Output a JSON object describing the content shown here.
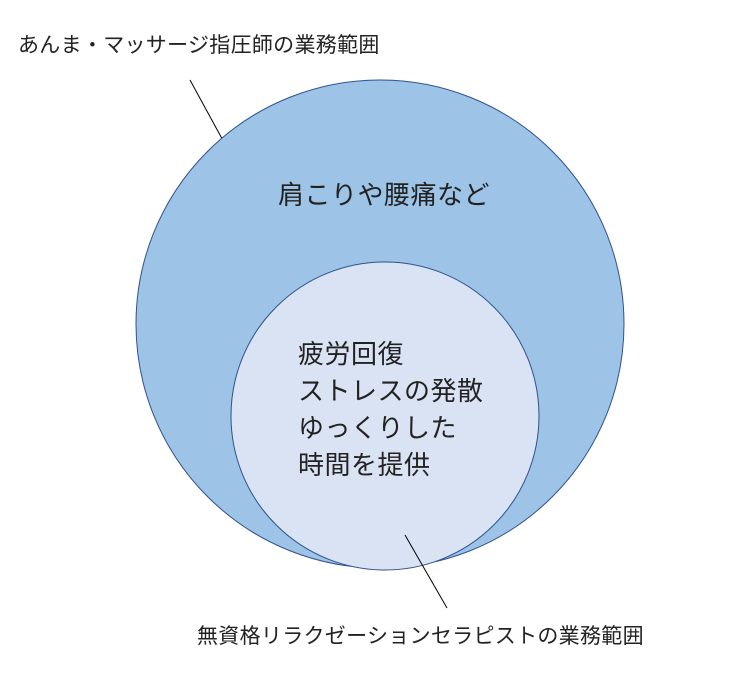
{
  "outer": {
    "caption": "あんま・マッサージ指圧師の業務範囲",
    "content": "肩こりや腰痛など",
    "fill": "#9dc3e6",
    "stroke": "#2f528f"
  },
  "inner": {
    "caption": "無資格リラクゼーションセラピストの業務範囲",
    "lines": [
      "疲労回復",
      "ストレスの発散",
      "ゆっくりした",
      "時間を提供"
    ],
    "fill": "#dae3f3",
    "stroke": "#2f528f"
  }
}
